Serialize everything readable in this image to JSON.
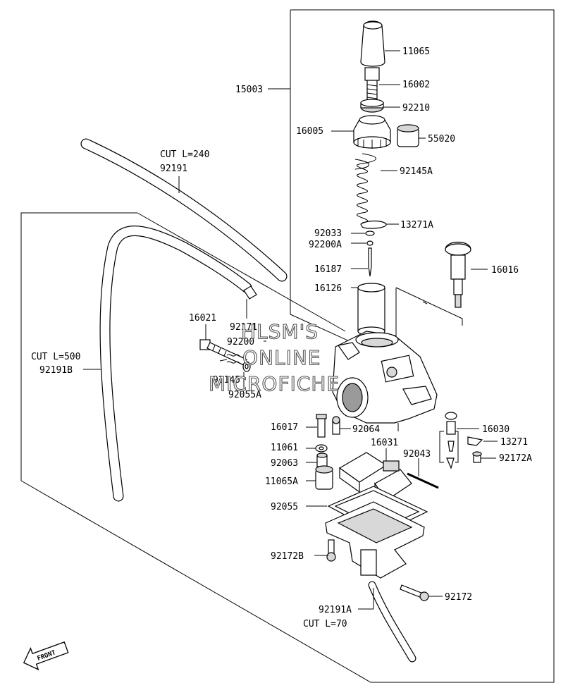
{
  "labels": {
    "p11065": "11065",
    "p16002": "16002",
    "p92210": "92210",
    "p15003": "15003",
    "p16005": "16005",
    "p55020": "55020",
    "p92145A": "92145A",
    "cut240": "CUT L=240",
    "p92191": "92191",
    "p13271A": "13271A",
    "p92033": "92033",
    "p92200A": "92200A",
    "p16187": "16187",
    "p16016": "16016",
    "p16126": "16126",
    "p16021": "16021",
    "p92171": "92171",
    "p92200": "92200",
    "cut500": "CUT L=500",
    "p92191B": "92191B",
    "p92145": "92145",
    "p92055A": "92055A",
    "p16017": "16017",
    "p92064": "92064",
    "p16030": "16030",
    "p11061": "11061",
    "p16031": "16031",
    "p92043": "92043",
    "p13271": "13271",
    "p92063": "92063",
    "p92172A": "92172A",
    "p11065A": "11065A",
    "p92055": "92055",
    "p92172B": "92172B",
    "p92172": "92172",
    "p92191A": "92191A",
    "cut70": "CUT L=70",
    "front": "FRONT"
  },
  "watermark": {
    "line1": "HLSM'S",
    "line2": "ONLINE",
    "line3": "MICROFICHE"
  }
}
